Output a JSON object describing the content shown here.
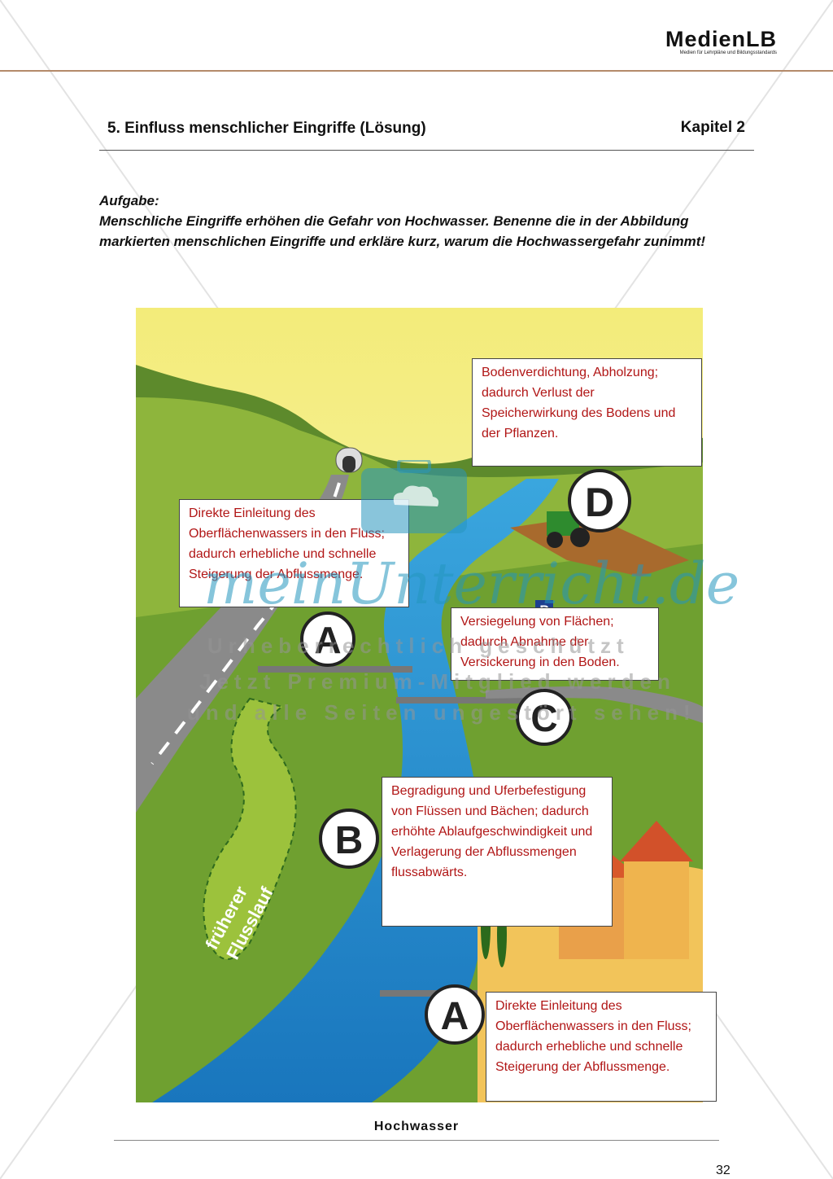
{
  "header": {
    "logo": "MedienLB",
    "logo_sub": "Medien für Lehrpläne und Bildungsstandards",
    "title": "5. Einfluss menschlicher Eingriffe (Lösung)",
    "chapter": "Kapitel 2"
  },
  "task": {
    "label": "Aufgabe:",
    "text": "Menschliche Eingriffe erhöhen die Gefahr von Hochwasser. Benenne die in der Abbildung markierten menschlichen Eingriffe und erkläre kurz, warum die Hochwassergefahr zunimmt!"
  },
  "figure": {
    "markers": [
      "A",
      "B",
      "C",
      "D",
      "A"
    ],
    "old_river_label": [
      "früherer",
      "Flusslauf"
    ],
    "boxes": {
      "d": "Bodenverdichtung, Abholzung; dadurch Verlust der Speicherwirkung des Bodens und der Pflanzen.",
      "a_top": "Direkte Einleitung des Oberflächenwassers in den Fluss; dadurch erhebliche und schnelle Steigerung der Abflussmenge.",
      "c": "Versiegelung von Flächen; dadurch Abnahme der Versickerung in den Boden.",
      "b": "Begradigung und Uferbefestigung von Flüssen und Bächen; dadurch erhöhte Ablaufgeschwindigkeit und Verlagerung der Abflussmengen flussabwärts.",
      "a_bottom": "Direkte Einleitung des Oberflächenwassers in den Fluss; dadurch erhebliche und schnelle Steigerung der Abflussmenge."
    },
    "parking_sign": "P"
  },
  "watermark": {
    "brand": "meinUnterricht.de",
    "line1": "Urheberrechtlich geschützt",
    "line2": "Jetzt Premium-Mitglied werden",
    "line3": "und alle Seiten ungestört sehen!"
  },
  "footer": {
    "title": "Hochwasser",
    "page": "32"
  }
}
